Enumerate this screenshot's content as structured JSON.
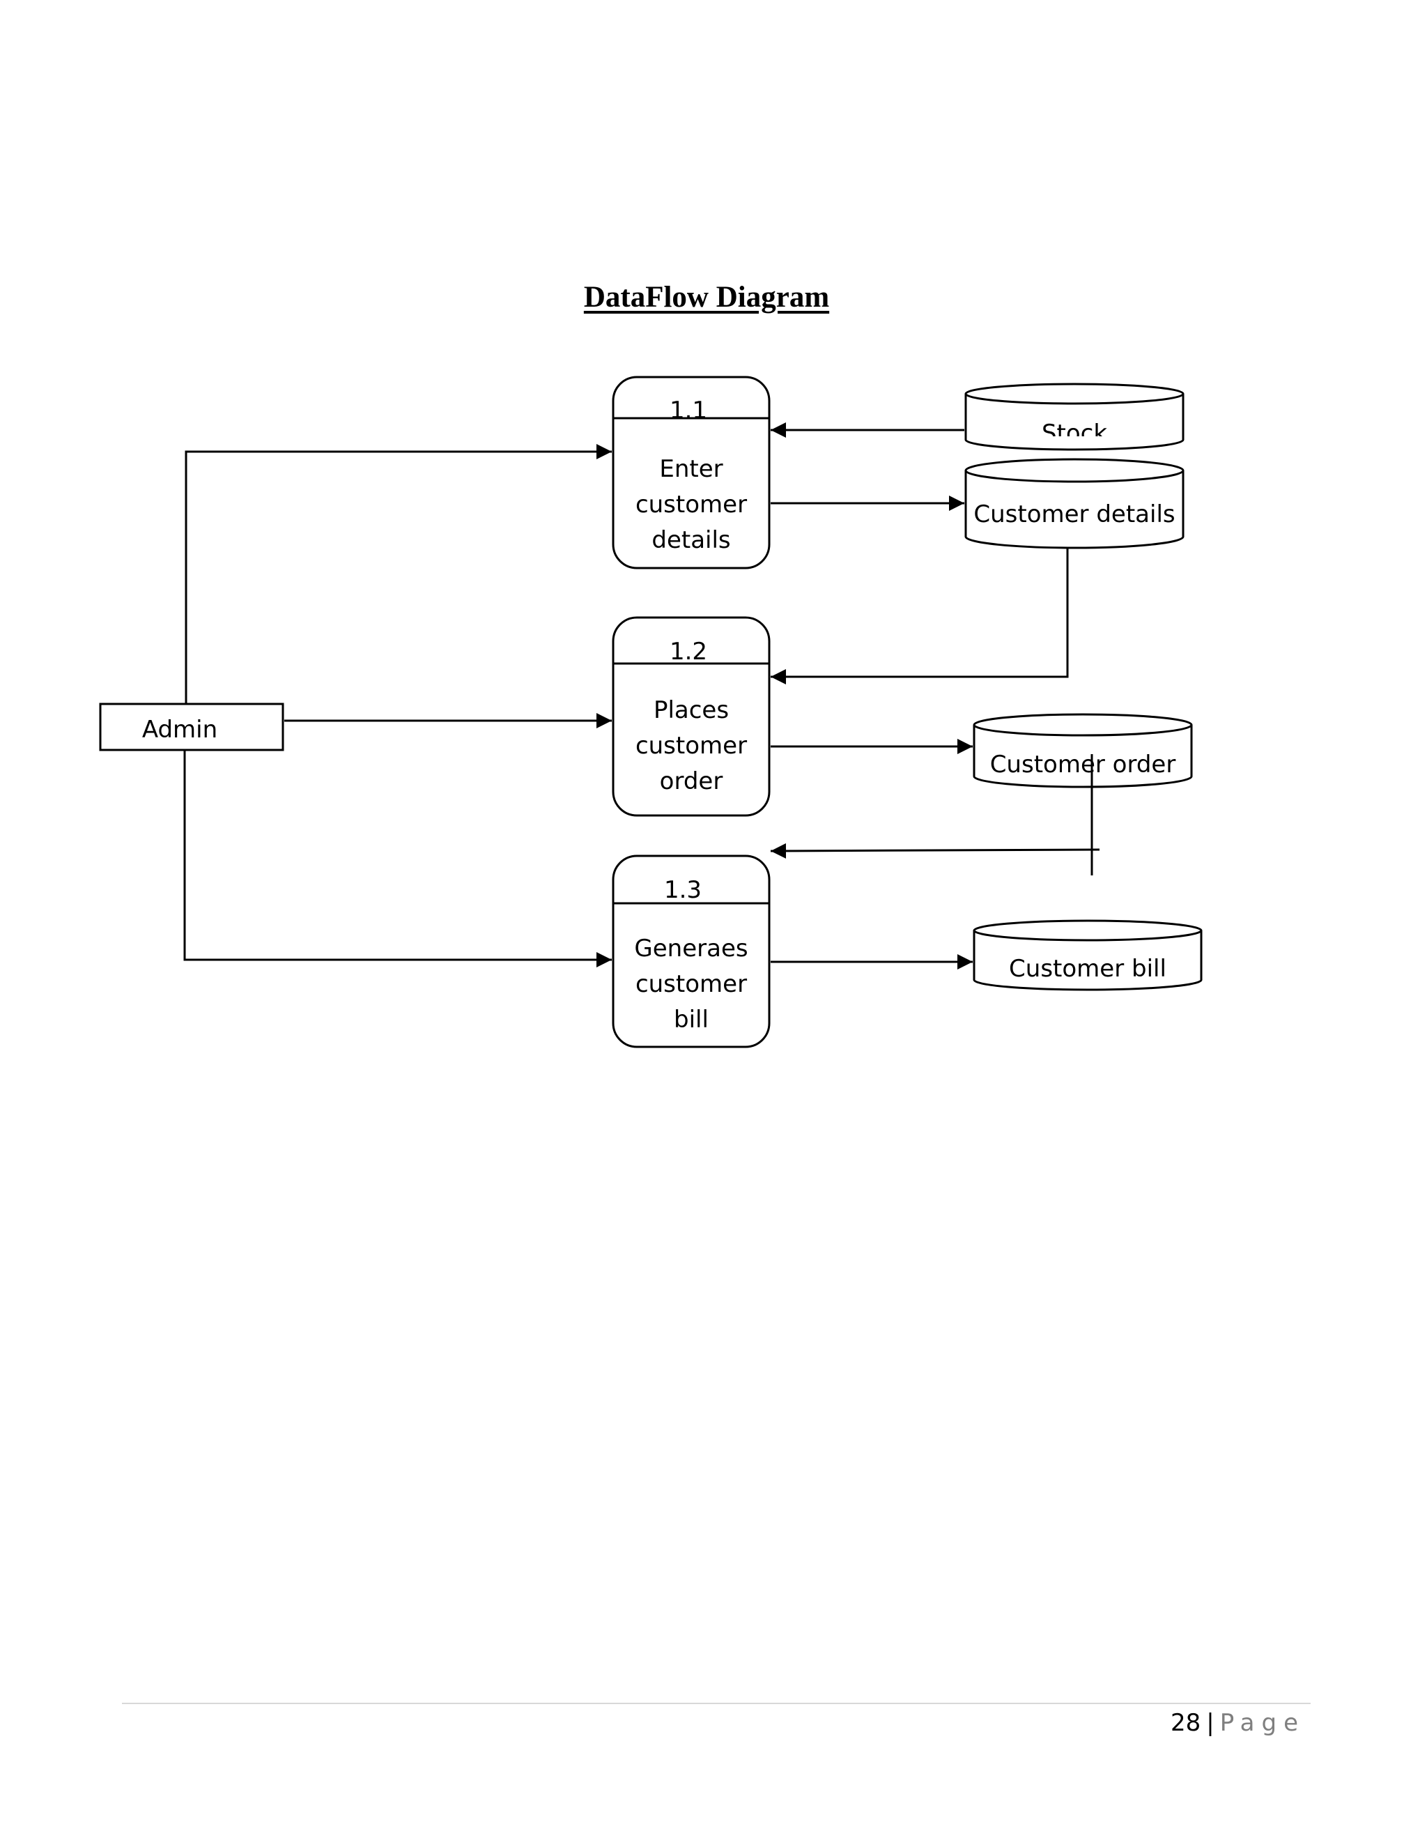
{
  "title": "DataFlow Diagram",
  "entities": {
    "admin": "Admin"
  },
  "processes": [
    {
      "id": "1.1",
      "lines": [
        "Enter",
        "customer",
        "details"
      ]
    },
    {
      "id": "1.2",
      "lines": [
        "Places",
        "customer",
        "order"
      ]
    },
    {
      "id": "1.3",
      "lines": [
        "Generaes",
        "customer",
        "bill"
      ]
    }
  ],
  "stores": {
    "stock": "Stock",
    "customer_details": "Customer details",
    "customer_order": "Customer order",
    "customer_bill": "Customer bill"
  },
  "footer": {
    "page_number": "28",
    "separator": "|",
    "page_word": "Page"
  }
}
